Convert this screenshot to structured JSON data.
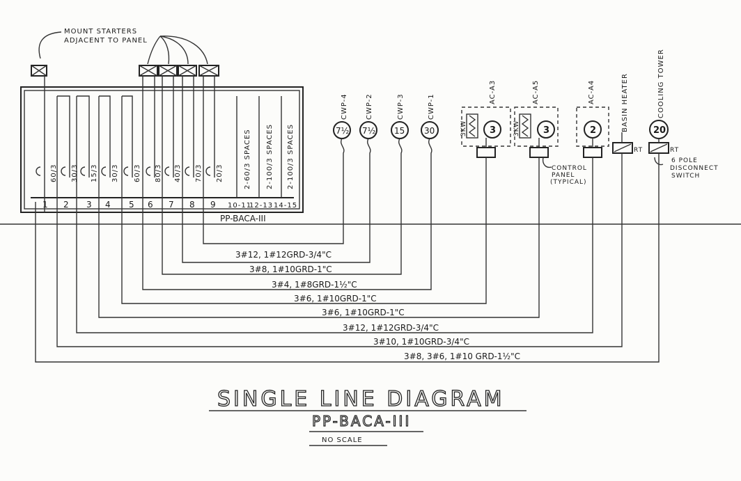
{
  "notes": {
    "mount_starters_1": "MOUNT STARTERS",
    "mount_starters_2": "ADJACENT TO PANEL",
    "control_panel_1": "CONTROL",
    "control_panel_2": "PANEL",
    "control_panel_3": "(TYPICAL)",
    "disconnect_1": "6 POLE",
    "disconnect_2": "DISCONNECT",
    "disconnect_3": "SWITCH"
  },
  "panel": {
    "name": "PP-BACA-III",
    "breakers": [
      {
        "ckt": "1",
        "rating": "60/3"
      },
      {
        "ckt": "2",
        "rating": "30/3"
      },
      {
        "ckt": "3",
        "rating": "15/3"
      },
      {
        "ckt": "4",
        "rating": "30/3"
      },
      {
        "ckt": "5",
        "rating": "60/3"
      },
      {
        "ckt": "6",
        "rating": "80/3"
      },
      {
        "ckt": "7",
        "rating": "40/3"
      },
      {
        "ckt": "8",
        "rating": "70/3"
      },
      {
        "ckt": "9",
        "rating": "20/3"
      }
    ],
    "spaces": [
      {
        "ckt": "10-11",
        "label": "2-60/3 SPACES"
      },
      {
        "ckt": "12-13",
        "label": "2-100/3 SPACES"
      },
      {
        "ckt": "14-15",
        "label": "2-100/3 SPACES"
      }
    ]
  },
  "loads": [
    {
      "name": "CWP-4",
      "hp": "7½"
    },
    {
      "name": "CWP-2",
      "hp": "7½"
    },
    {
      "name": "CWP-3",
      "hp": "15"
    },
    {
      "name": "CWP-1",
      "hp": "30"
    },
    {
      "name": "AC-A3",
      "hp": "3",
      "heater": "3KW"
    },
    {
      "name": "AC-A5",
      "hp": "3",
      "heater": "3KW"
    },
    {
      "name": "AC-A4",
      "hp": "2"
    },
    {
      "name": "BASIN HEATER",
      "tag": "RT"
    },
    {
      "name": "COOLING TOWER",
      "hp": "20",
      "tag": "RT"
    }
  ],
  "feeders": [
    "3#12, 1#12GRD-3/4\"C",
    "3#8, 1#10GRD-1\"C",
    "3#4, 1#8GRD-1½\"C",
    "3#6, 1#10GRD-1\"C",
    "3#6, 1#10GRD-1\"C",
    "3#12, 1#12GRD-3/4\"C",
    "3#10, 1#10GRD-3/4\"C",
    "3#8, 3#6, 1#10 GRD-1½\"C"
  ],
  "title": {
    "main": "SINGLE LINE DIAGRAM",
    "panel": "PP-BACA-III",
    "scale": "NO SCALE"
  }
}
